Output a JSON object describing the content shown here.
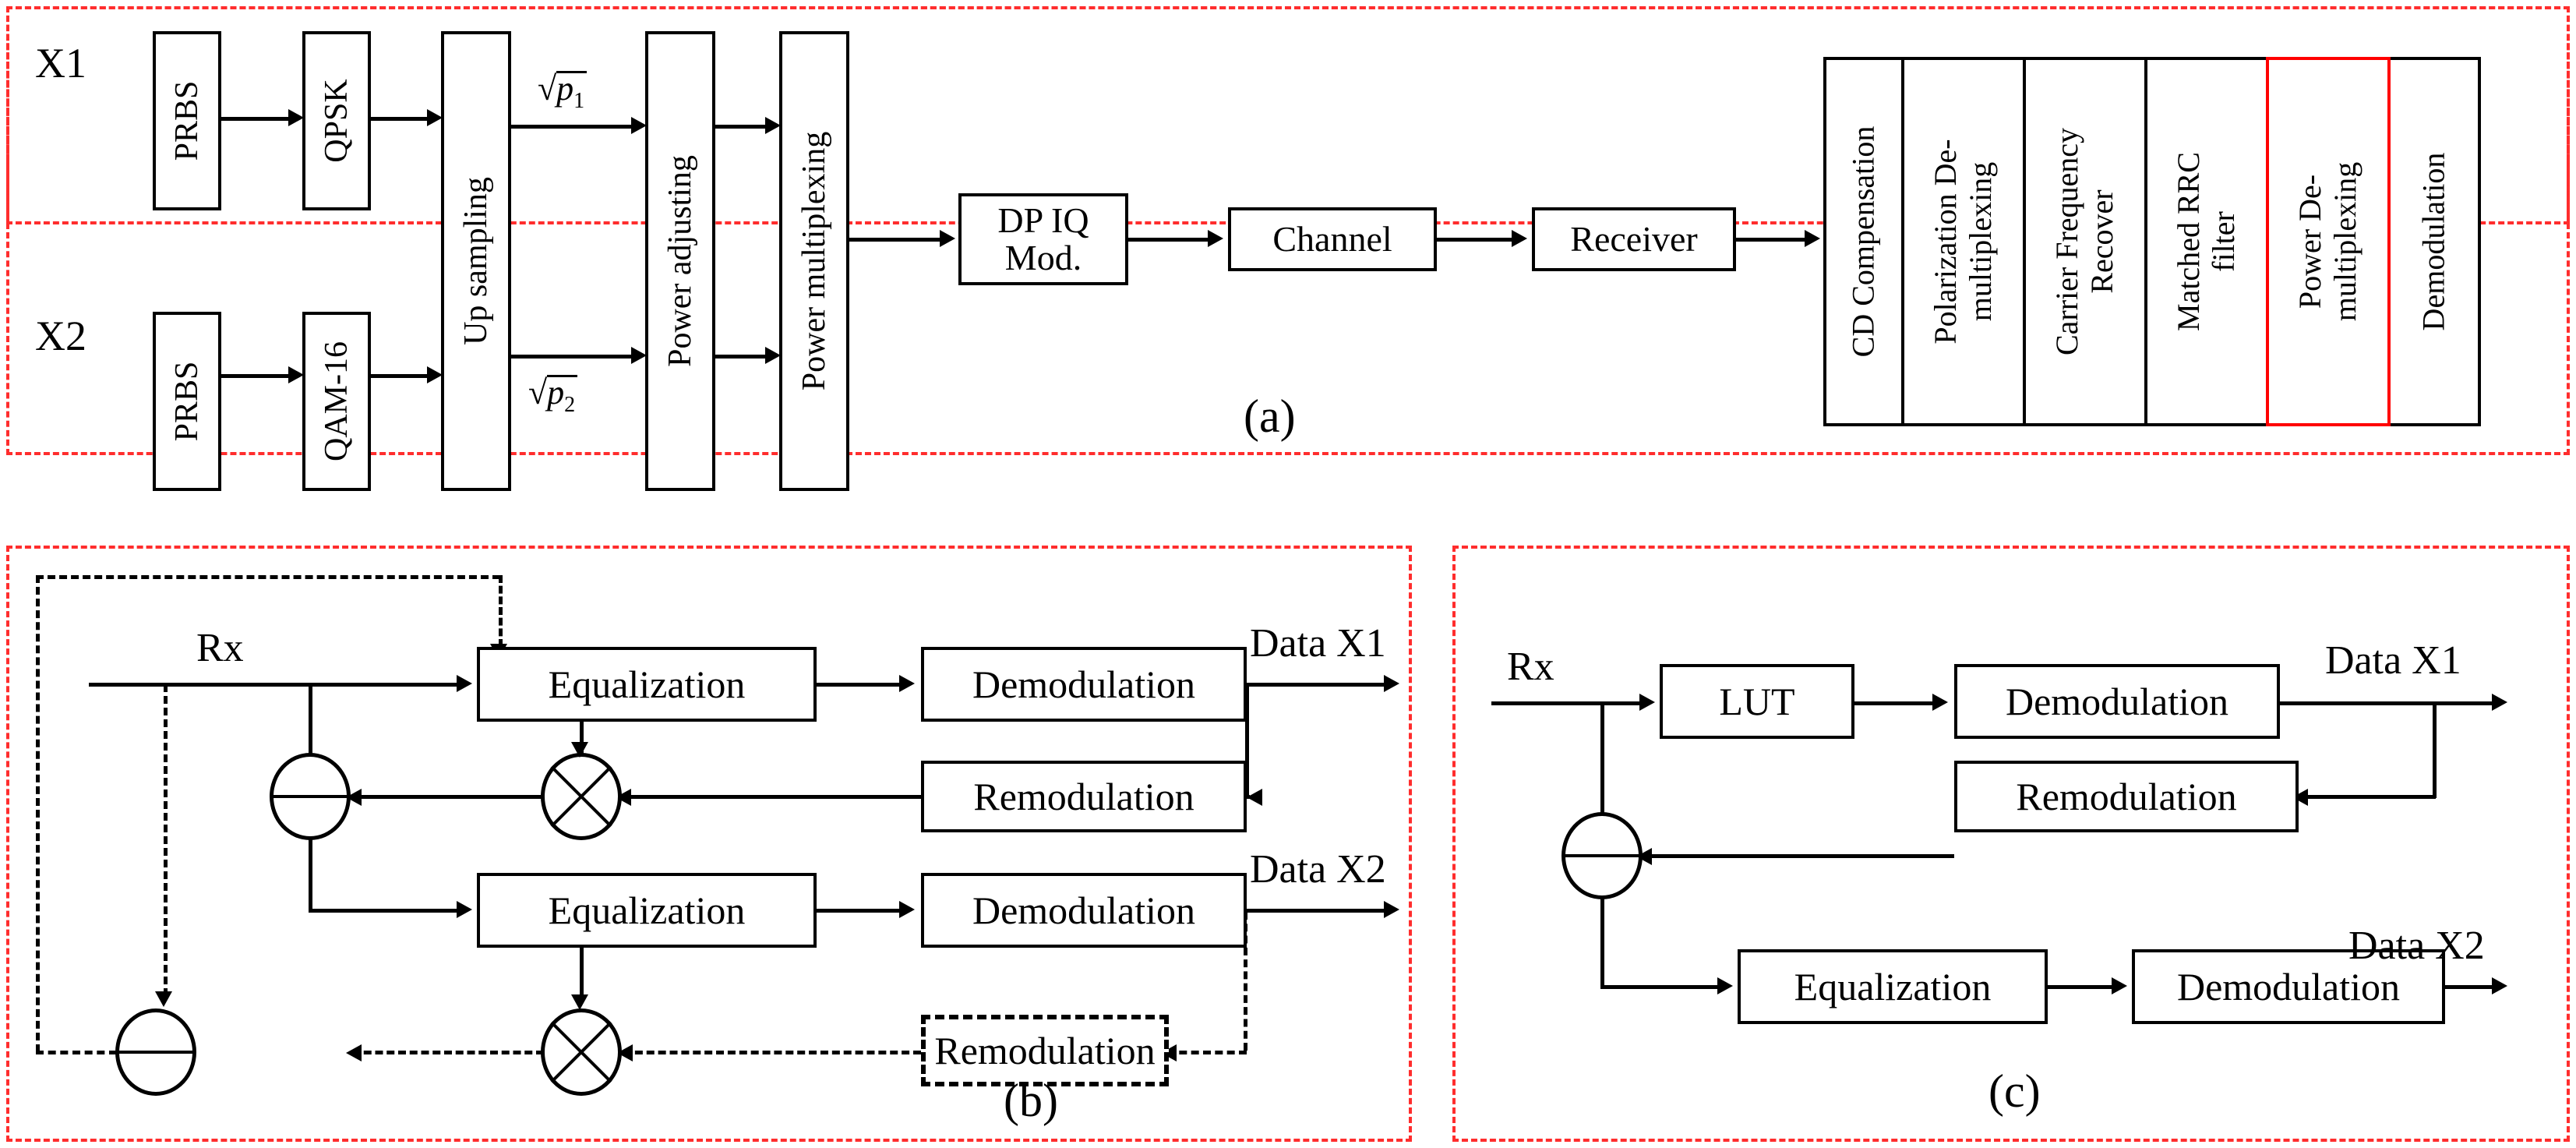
{
  "figure": {
    "type": "block-diagram",
    "panels": [
      {
        "id": "a",
        "label": "(a)",
        "accent": "#ff2d2d"
      },
      {
        "id": "b",
        "label": "(b)",
        "accent": "#ff2d2d"
      },
      {
        "id": "c",
        "label": "(c)",
        "accent": "#ff2d2d"
      }
    ],
    "colors": {
      "panel_border": "#ff2d2d",
      "block_border": "#000000",
      "highlight_block": "#ff0000",
      "background": "#ffffff"
    }
  },
  "panel_a": {
    "label": "(a)",
    "inputs": [
      {
        "name": "X1"
      },
      {
        "name": "X2"
      }
    ],
    "tx_blocks": [
      {
        "id": "prbs1",
        "label": "PRBS",
        "orientation": "vertical"
      },
      {
        "id": "qpsk",
        "label": "QPSK",
        "orientation": "vertical"
      },
      {
        "id": "prbs2",
        "label": "PRBS",
        "orientation": "vertical"
      },
      {
        "id": "qam16",
        "label": "QAM-16",
        "orientation": "vertical"
      },
      {
        "id": "upsampling",
        "label": "Up sampling",
        "orientation": "vertical"
      },
      {
        "id": "power_adjusting",
        "label": "Power adjusting",
        "orientation": "vertical"
      },
      {
        "id": "power_multiplexing",
        "label": "Power multiplexing",
        "orientation": "vertical"
      }
    ],
    "gain_labels": [
      {
        "id": "sqrt_p1",
        "radical": "√",
        "symbol": "p",
        "subscript": "1"
      },
      {
        "id": "sqrt_p2",
        "radical": "√",
        "symbol": "p",
        "subscript": "2"
      }
    ],
    "mid_blocks": [
      {
        "id": "dp_iq_mod",
        "line1": "DP IQ",
        "line2": "Mod.",
        "orientation": "horizontal"
      },
      {
        "id": "channel",
        "label": "Channel",
        "orientation": "horizontal"
      },
      {
        "id": "receiver",
        "label": "Receiver",
        "orientation": "horizontal"
      }
    ],
    "rx_blocks": [
      {
        "id": "cd_compensation",
        "line1": "CD Compensation",
        "line2": "",
        "orientation": "vertical",
        "highlight": false
      },
      {
        "id": "polarization_demux",
        "line1": "Polarization De-",
        "line2": "multiplexing",
        "orientation": "vertical",
        "highlight": false
      },
      {
        "id": "carrier_freq_recover",
        "line1": "Carrier Frequency",
        "line2": "Recover",
        "orientation": "vertical",
        "highlight": false
      },
      {
        "id": "matched_rrc_filter",
        "line1": "Matched RRC",
        "line2": "filter",
        "orientation": "vertical",
        "highlight": false
      },
      {
        "id": "power_demux",
        "line1": "Power  De-",
        "line2": "multiplexing",
        "orientation": "vertical",
        "highlight": true
      },
      {
        "id": "demodulation",
        "line1": "Demodulation",
        "line2": "",
        "orientation": "vertical",
        "highlight": false
      }
    ]
  },
  "panel_b": {
    "label": "(b)",
    "input_label": "Rx",
    "blocks": [
      {
        "id": "equalization_1",
        "label": "Equalization",
        "style": "solid"
      },
      {
        "id": "demodulation_1",
        "label": "Demodulation",
        "style": "solid"
      },
      {
        "id": "remodulation_1",
        "label": "Remodulation",
        "style": "solid"
      },
      {
        "id": "equalization_2",
        "label": "Equalization",
        "style": "solid"
      },
      {
        "id": "demodulation_2",
        "label": "Demodulation",
        "style": "solid"
      },
      {
        "id": "remodulation_2",
        "label": "Remodulation",
        "style": "dashed"
      }
    ],
    "operators": [
      {
        "id": "subtract_1",
        "symbol": "⊖",
        "kind": "subtract"
      },
      {
        "id": "multiply_1",
        "symbol": "⊗",
        "kind": "multiply"
      },
      {
        "id": "subtract_2",
        "symbol": "⊖",
        "kind": "subtract"
      },
      {
        "id": "multiply_2",
        "symbol": "⊗",
        "kind": "multiply"
      }
    ],
    "outputs": [
      {
        "id": "data_x1",
        "label": "Data X1"
      },
      {
        "id": "data_x2",
        "label": "Data X2"
      }
    ]
  },
  "panel_c": {
    "label": "(c)",
    "input_label": "Rx",
    "blocks": [
      {
        "id": "lut",
        "label": "LUT",
        "style": "solid"
      },
      {
        "id": "demodulation_1",
        "label": "Demodulation",
        "style": "solid"
      },
      {
        "id": "remodulation",
        "label": "Remodulation",
        "style": "solid"
      },
      {
        "id": "equalization",
        "label": "Equalization",
        "style": "solid"
      },
      {
        "id": "demodulation_2",
        "label": "Demodulation",
        "style": "solid"
      }
    ],
    "operators": [
      {
        "id": "subtract",
        "symbol": "⊖",
        "kind": "subtract"
      }
    ],
    "outputs": [
      {
        "id": "data_x1",
        "label": "Data X1"
      },
      {
        "id": "data_x2",
        "label": "Data X2"
      }
    ]
  }
}
